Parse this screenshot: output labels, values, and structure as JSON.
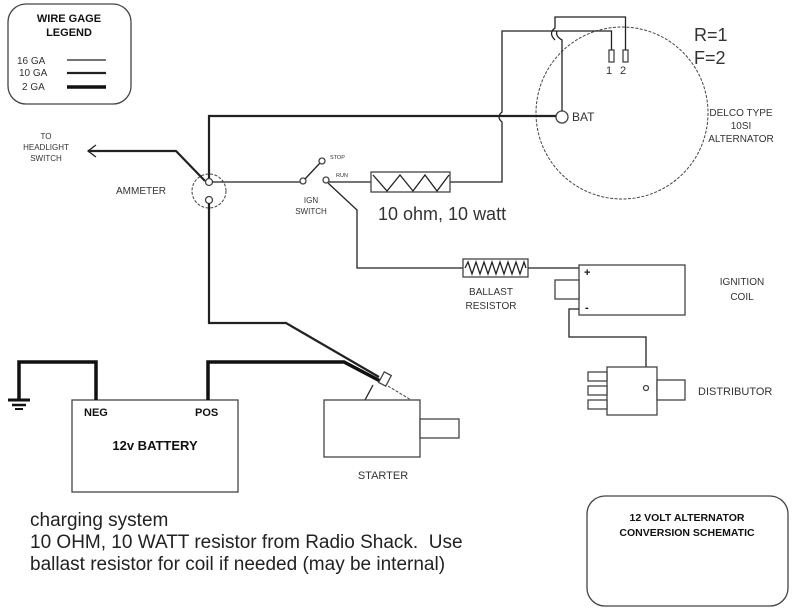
{
  "legend": {
    "title_line1": "WIRE GAGE",
    "title_line2": "LEGEND",
    "items": [
      {
        "label": "16 GA",
        "weight": "thin"
      },
      {
        "label": "10 GA",
        "weight": "medium"
      },
      {
        "label": "2 GA",
        "weight": "thick"
      }
    ]
  },
  "alternator": {
    "key_line1": "R=1",
    "key_line2": "F=2",
    "terminal_1": "1",
    "terminal_2": "2",
    "bat_label": "BAT",
    "name_line1": "DELCO TYPE",
    "name_line2": "10SI",
    "name_line3": "ALTERNATOR"
  },
  "headlight": {
    "line1": "TO",
    "line2": "HEADLIGHT",
    "line3": "SWITCH"
  },
  "ammeter": {
    "label": "AMMETER"
  },
  "ign_switch": {
    "stop_label": "STOP",
    "run_label": "RUN",
    "line1": "IGN",
    "line2": "SWITCH"
  },
  "resistor": {
    "label": "10 ohm, 10 watt"
  },
  "ballast": {
    "line1": "BALLAST",
    "line2": "RESISTOR"
  },
  "coil": {
    "plus": "+",
    "minus": "-",
    "line1": "IGNITION",
    "line2": "COIL"
  },
  "distributor": {
    "label": "DISTRIBUTOR"
  },
  "battery": {
    "neg": "NEG",
    "pos": "POS",
    "label": "12v BATTERY"
  },
  "starter": {
    "label": "STARTER"
  },
  "notes": {
    "line1": "charging system",
    "line2": "10 OHM, 10 WATT resistor from Radio Shack.  Use",
    "line3": "ballast resistor for coil if needed (may be internal)"
  },
  "title_box": {
    "line1": "12 VOLT ALTERNATOR",
    "line2": "CONVERSION SCHEMATIC"
  }
}
